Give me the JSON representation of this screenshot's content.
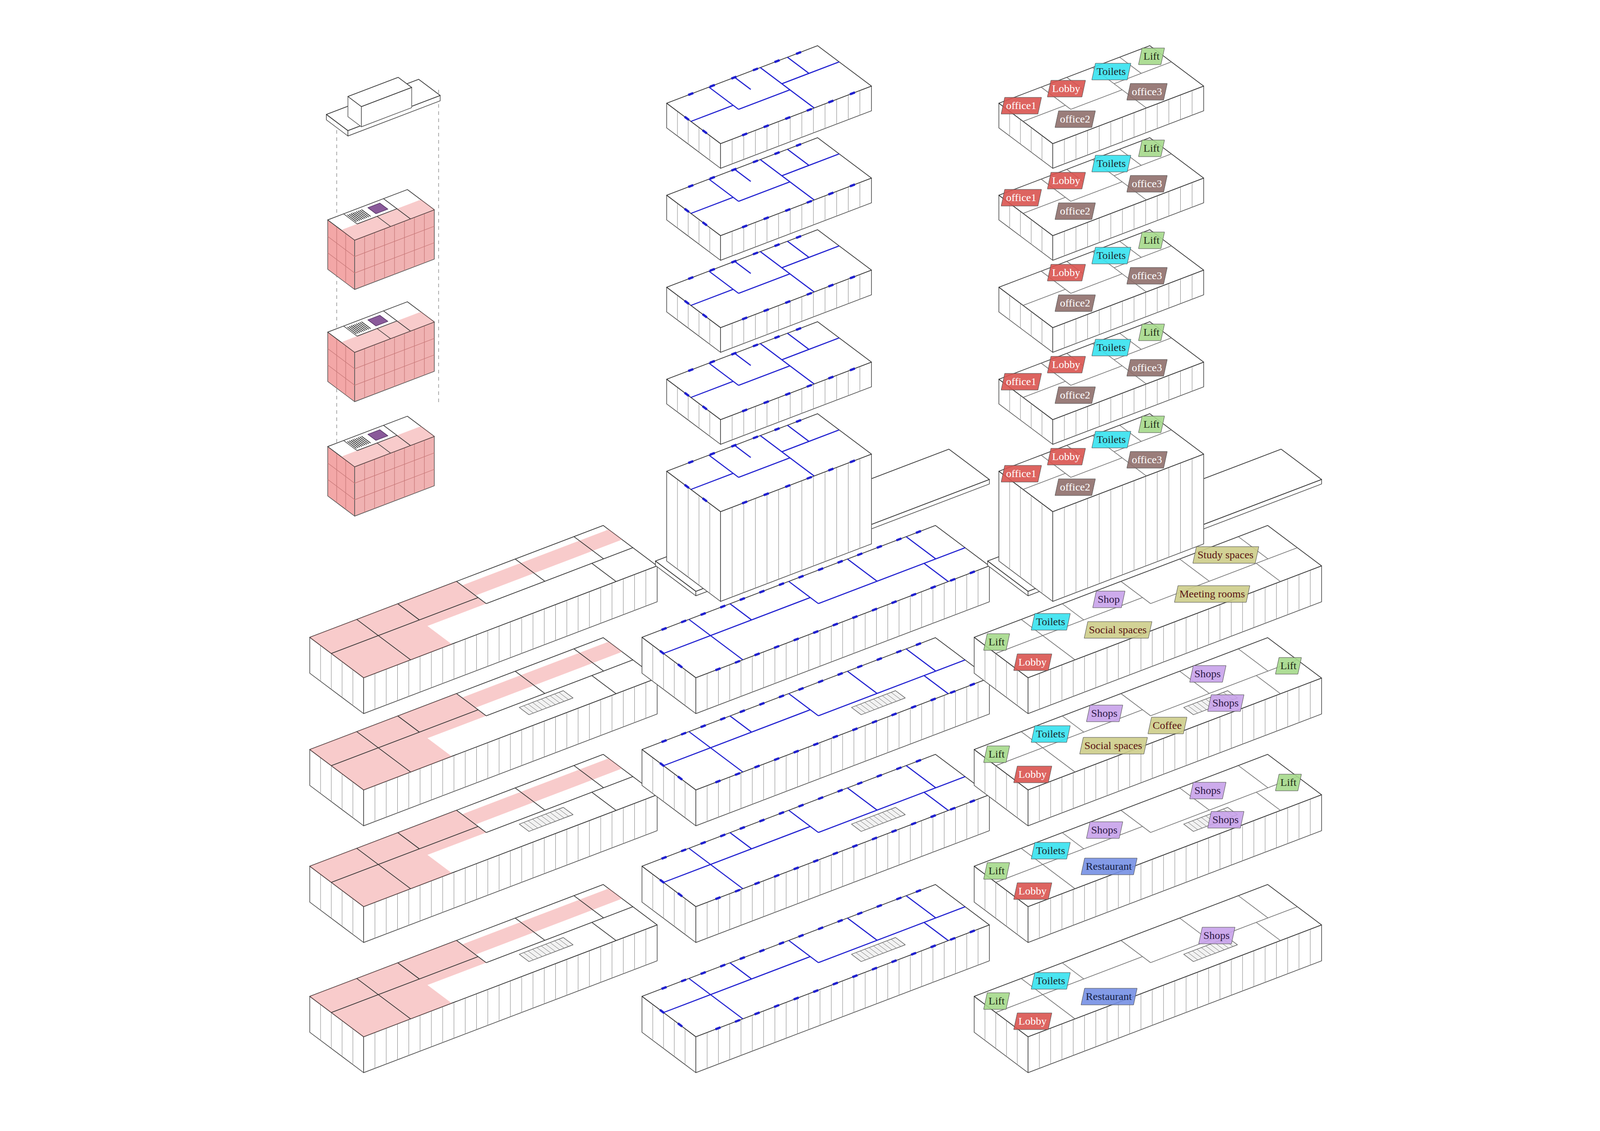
{
  "diagram": {
    "nodes": [
      {
        "text": [
          "office1"
        ]
      },
      {
        "text": [
          "Lobby"
        ]
      },
      {
        "text": [
          "Toilets"
        ]
      },
      {
        "text": [
          "Lift"
        ]
      },
      {
        "text": [
          "office2"
        ]
      },
      {
        "text": [
          "office3"
        ]
      },
      {
        "text": [
          "office1"
        ]
      },
      {
        "text": [
          "Lobby"
        ]
      },
      {
        "text": [
          "Toilets"
        ]
      },
      {
        "text": [
          "Lift"
        ]
      },
      {
        "text": [
          "office2"
        ]
      },
      {
        "text": [
          "office3"
        ]
      },
      {
        "text": [
          "Lobby"
        ]
      },
      {
        "text": [
          "Toilets"
        ]
      },
      {
        "text": [
          "Lift"
        ]
      },
      {
        "text": [
          "office2"
        ]
      },
      {
        "text": [
          "office3"
        ]
      },
      {
        "text": [
          "office1"
        ]
      },
      {
        "text": [
          "Lobby"
        ]
      },
      {
        "text": [
          "Toilets"
        ]
      },
      {
        "text": [
          "Lift"
        ]
      },
      {
        "text": [
          "office2"
        ]
      },
      {
        "text": [
          "office3"
        ]
      },
      {
        "text": [
          "office1"
        ]
      },
      {
        "text": [
          "Lobby"
        ]
      },
      {
        "text": [
          "Toilets"
        ]
      },
      {
        "text": [
          "Lift"
        ]
      },
      {
        "text": [
          "office2"
        ]
      },
      {
        "text": [
          "office3"
        ]
      },
      {
        "text": [
          "Lift"
        ]
      },
      {
        "text": [
          "Lobby"
        ]
      },
      {
        "text": [
          "Toilets"
        ]
      },
      {
        "text": [
          "Shop"
        ]
      },
      {
        "text": [
          "Social spaces"
        ]
      },
      {
        "text": [
          "Meeting rooms"
        ]
      },
      {
        "text": [
          "Study spaces"
        ]
      },
      {
        "text": [
          "Lift"
        ]
      },
      {
        "text": [
          "Lobby"
        ]
      },
      {
        "text": [
          "Toilets"
        ]
      },
      {
        "text": [
          "Shops"
        ]
      },
      {
        "text": [
          "Social spaces"
        ]
      },
      {
        "text": [
          "Coffee"
        ]
      },
      {
        "text": [
          "Shops"
        ]
      },
      {
        "text": [
          "Shops"
        ]
      },
      {
        "text": [
          "Lift"
        ]
      },
      {
        "text": [
          "Lift"
        ]
      },
      {
        "text": [
          "Lobby"
        ]
      },
      {
        "text": [
          "Toilets"
        ]
      },
      {
        "text": [
          "Shops"
        ]
      },
      {
        "text": [
          "Restaurant"
        ]
      },
      {
        "text": [
          "Shops"
        ]
      },
      {
        "text": [
          "Shops"
        ]
      },
      {
        "text": [
          "Lift"
        ]
      },
      {
        "text": [
          "Lift"
        ]
      },
      {
        "text": [
          "Lobby"
        ]
      },
      {
        "text": [
          "Toilets"
        ]
      },
      {
        "text": [
          "Restaurant"
        ]
      },
      {
        "text": [
          "Shops"
        ]
      }
    ]
  }
}
